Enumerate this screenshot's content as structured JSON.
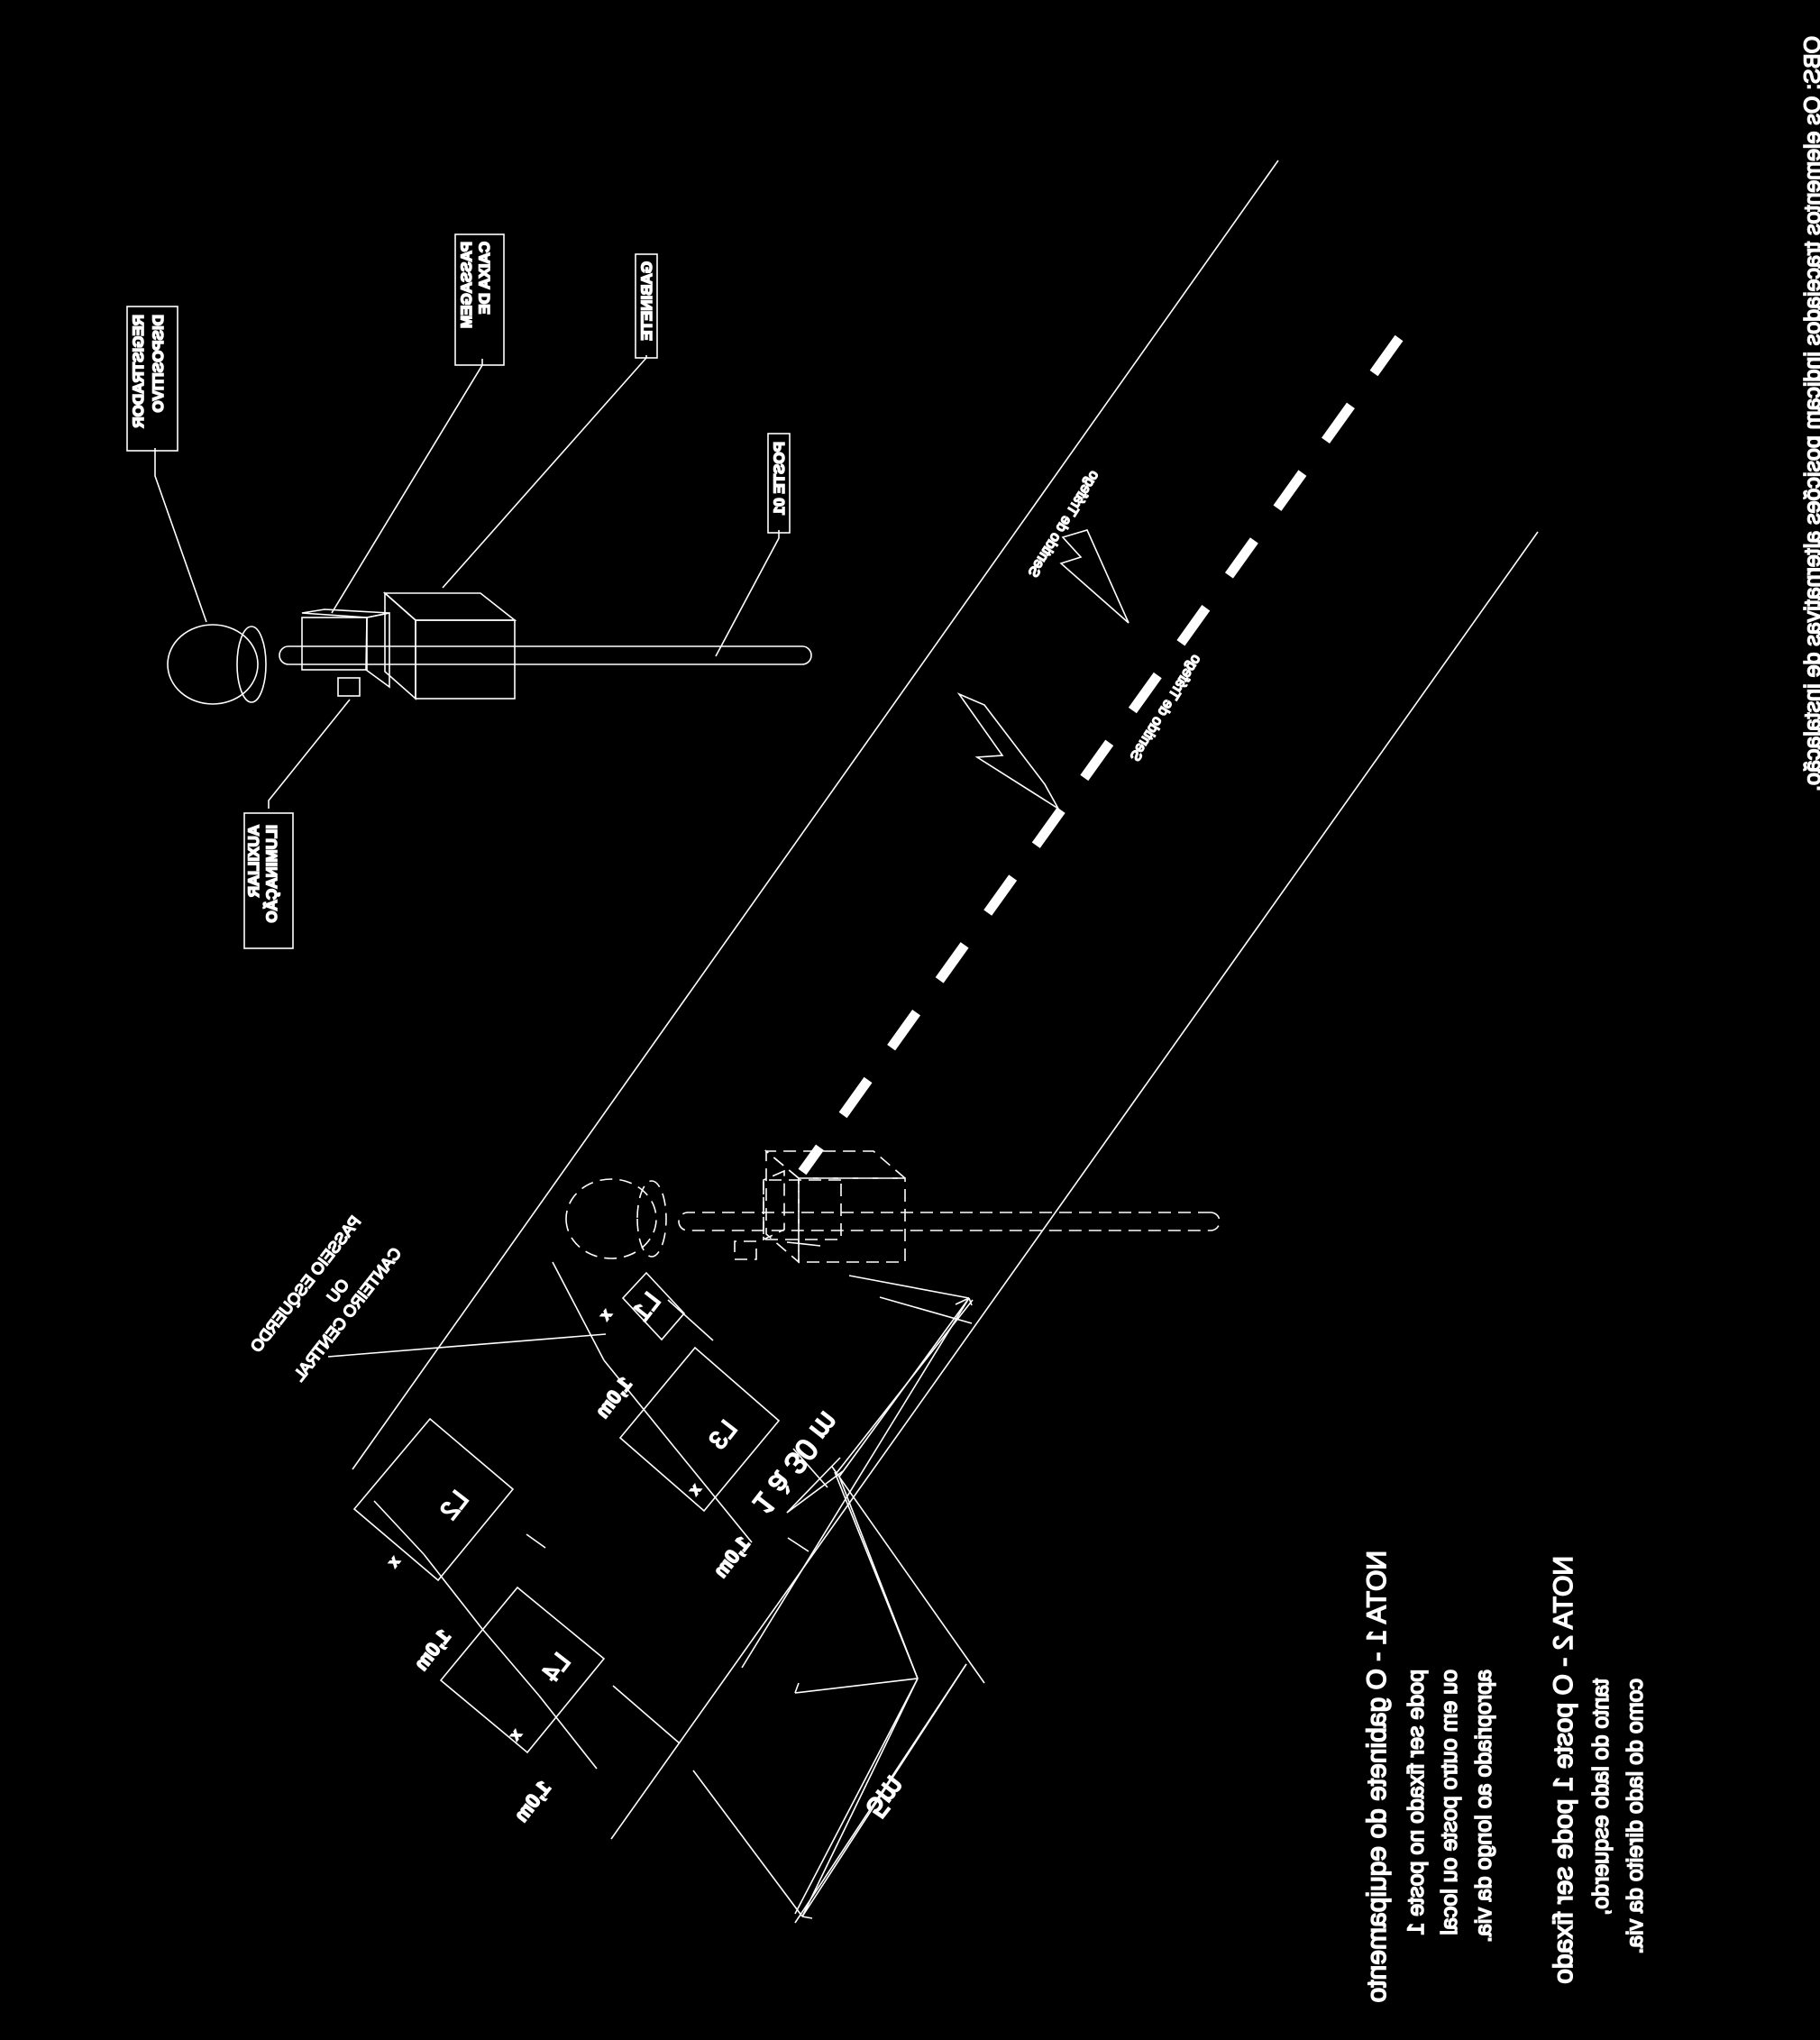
{
  "colors": {
    "background": "#000000",
    "ink": "#ffffff"
  },
  "labels": {
    "registrador": [
      "DISPOSITIVO",
      "REGISTRADOR"
    ],
    "caixa": [
      "CAIXA DE",
      "PASSAGEM"
    ],
    "gabinete": "GABINETE",
    "poste": "POSTE 01",
    "iluminacao": [
      "ILUMINAÇÃO",
      "AUXILIAR"
    ],
    "passeio": [
      "PASSEIO ESQUERDO",
      "OU",
      "CANTEIRO CENTRAL"
    ],
    "sentido": "Sentido de Tráfego"
  },
  "loops": {
    "l1": "L1",
    "l2": "L2",
    "l3": "L3",
    "l4": "L4"
  },
  "dimensions": {
    "x": "x",
    "one_m": "1,0m",
    "range": "1 à 30 m",
    "five_m": "5m"
  },
  "notes": {
    "obs": "OBS:  Os elementos tracejados indicam posições alternativas de instalação.",
    "nota1": [
      "NOTA 1 - O gabinete do equipamento",
      "pode ser fixado no poste 1",
      "ou em outro poste ou local",
      "apropriado ao longo da via."
    ],
    "nota2": [
      "NOTA 2 - O poste 1 pode ser fixado",
      "tanto do lado esquerdo,",
      "como do lado direito da via."
    ]
  }
}
